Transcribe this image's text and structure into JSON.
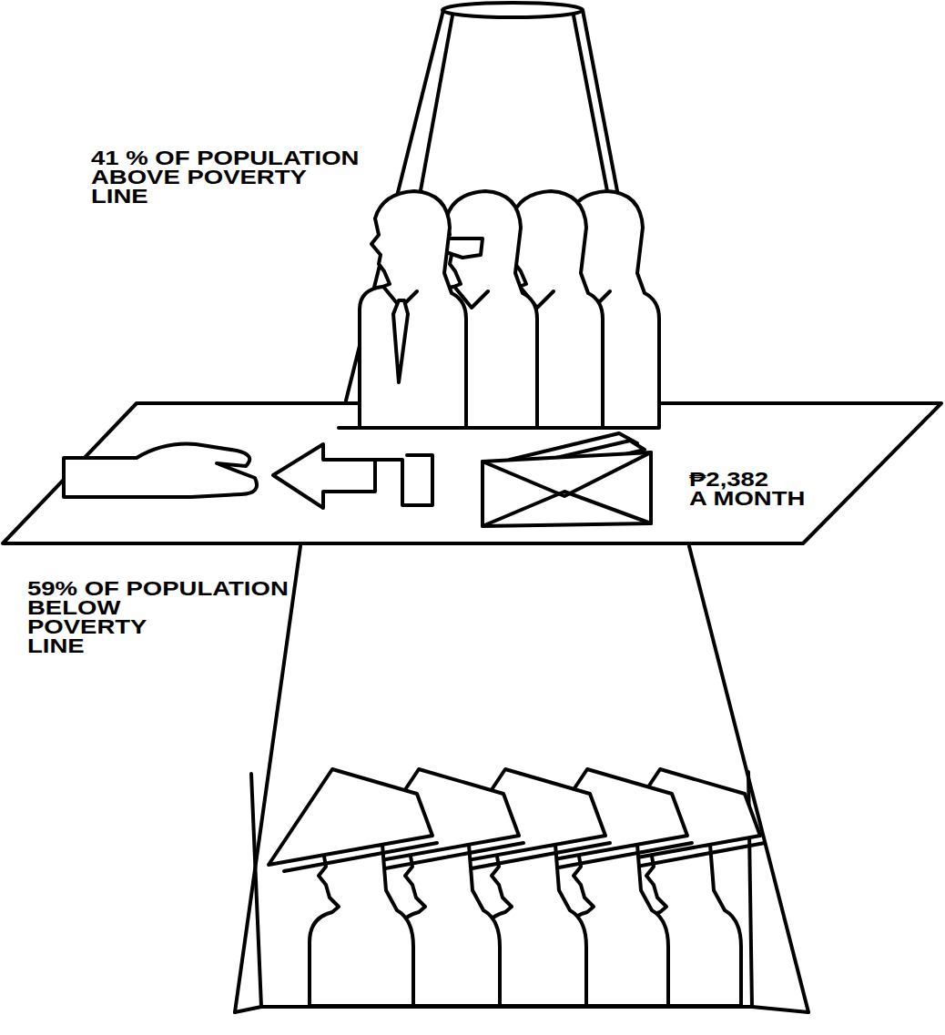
{
  "diagram": {
    "nodes": [
      {
        "text": [
          "₱2,382 A MONTH"
        ]
      }
    ],
    "labels": [
      "41 % OF POPULATION ABOVE POVERTY LINE",
      "59% OF POPULATION BELOW POVERTY LINE"
    ]
  }
}
